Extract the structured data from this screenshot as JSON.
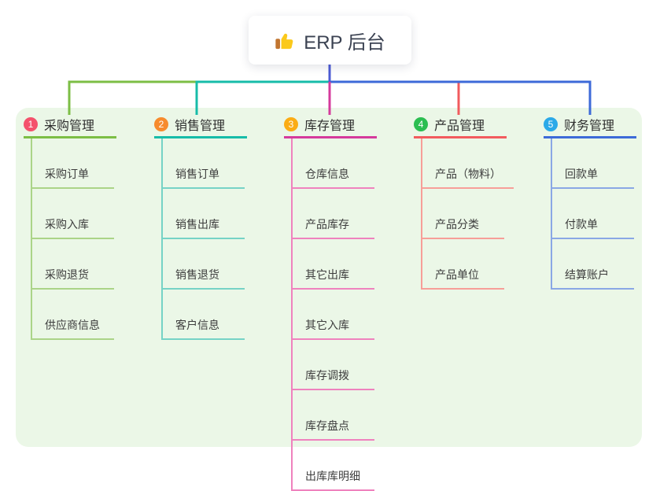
{
  "root": {
    "label": "ERP 后台",
    "icon": "thumbs-up-icon",
    "stem_color": "#4C5BD4"
  },
  "panel": {
    "background": "#EBF7E7"
  },
  "branches": [
    {
      "index": "1",
      "label": "采购管理",
      "badge_color": "#F4516C",
      "line_color": "#7CBE45",
      "child_line_color": "#ABD488",
      "children": [
        "采购订单",
        "采购入库",
        "采购退货",
        "供应商信息"
      ]
    },
    {
      "index": "2",
      "label": "销售管理",
      "badge_color": "#F78B2D",
      "line_color": "#17BCA9",
      "child_line_color": "#76D3C6",
      "children": [
        "销售订单",
        "销售出库",
        "销售退货",
        "客户信息"
      ]
    },
    {
      "index": "3",
      "label": "库存管理",
      "badge_color": "#FBAC14",
      "line_color": "#D53A9C",
      "child_line_color": "#EF82BE",
      "children": [
        "仓库信息",
        "产品库存",
        "其它出库",
        "其它入库",
        "库存调拨",
        "库存盘点",
        "出库库明细"
      ]
    },
    {
      "index": "4",
      "label": "产品管理",
      "badge_color": "#2BBE51",
      "line_color": "#F25B5E",
      "child_line_color": "#F79E98",
      "children": [
        "产品（物料）",
        "产品分类",
        "产品单位"
      ]
    },
    {
      "index": "5",
      "label": "财务管理",
      "badge_color": "#2BA9E8",
      "line_color": "#3D6AD8",
      "child_line_color": "#8AA7E5",
      "children": [
        "回款单",
        "付款单",
        "结算账户"
      ]
    }
  ]
}
